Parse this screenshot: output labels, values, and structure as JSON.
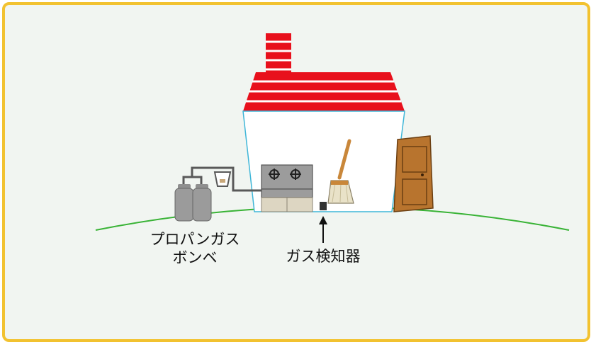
{
  "labels": {
    "propane_line1": "プロパンガス",
    "propane_line2": "ボンベ",
    "gas_detector": "ガス検知器"
  },
  "colors": {
    "frame_border": "#f2c230",
    "background": "#f1f5f1",
    "roof": "#e8101c",
    "ground_line": "#39b336",
    "door": "#b8742e",
    "broom": "#c9873a",
    "wall_outline": "#3fb6d8"
  }
}
